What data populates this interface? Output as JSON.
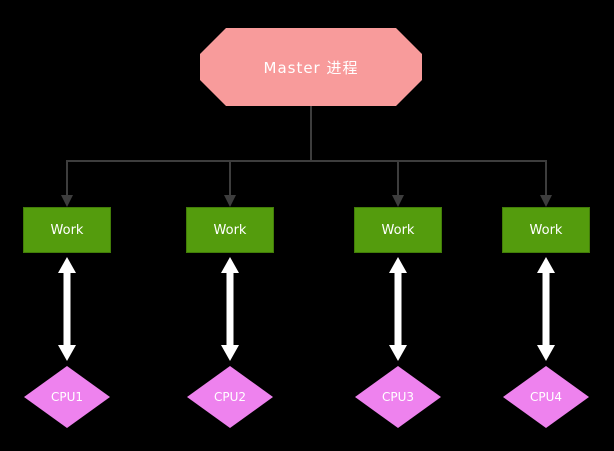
{
  "diagram": {
    "master": {
      "label": "Master 进程"
    },
    "workers": [
      {
        "label": "Work"
      },
      {
        "label": "Work"
      },
      {
        "label": "Work"
      },
      {
        "label": "Work"
      }
    ],
    "cpus": [
      {
        "label": "CPU1"
      },
      {
        "label": "CPU2"
      },
      {
        "label": "CPU3"
      },
      {
        "label": "CPU4"
      }
    ]
  },
  "colors": {
    "background": "#000000",
    "master-fill": "#f89b9b",
    "worker-fill": "#549c0d",
    "worker-border": "#427d08",
    "cpu-fill": "#ee82ee",
    "connector": "#3d3d3d",
    "arrow": "#ffffff",
    "text": "#ffffff"
  }
}
